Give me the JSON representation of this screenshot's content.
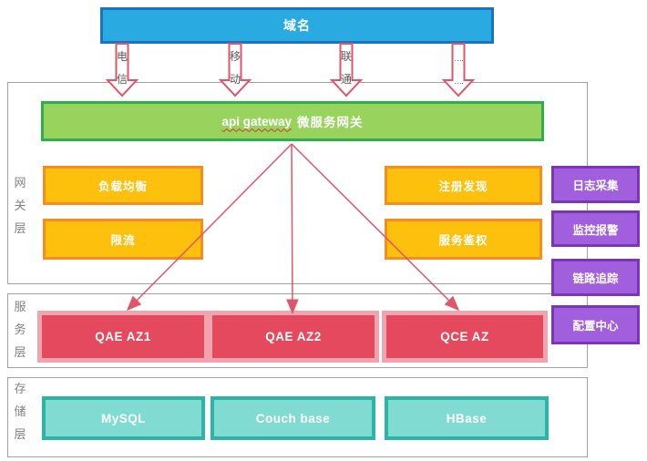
{
  "domain": {
    "label": "域名"
  },
  "isp_labels": [
    {
      "name": "telecom",
      "chars": [
        "电",
        "信"
      ]
    },
    {
      "name": "mobile",
      "chars": [
        "移",
        "动"
      ]
    },
    {
      "name": "unicom",
      "chars": [
        "联",
        "通"
      ]
    },
    {
      "name": "others",
      "chars": [
        "….",
        "…."
      ]
    }
  ],
  "layers": {
    "gateway": {
      "chars": [
        "网",
        "关",
        "层"
      ]
    },
    "service": {
      "chars": [
        "服",
        "务",
        "层"
      ]
    },
    "storage": {
      "chars": [
        "存",
        "储",
        "层"
      ]
    }
  },
  "gateway": {
    "title_en": "api gateway",
    "title_zh": "微服务网关",
    "load_balance": "负载均衡",
    "rate_limit": "限流",
    "registry": "注册发现",
    "auth": "服务鉴权"
  },
  "ops": {
    "log": "日志采集",
    "monitor": "监控报警",
    "trace": "链路追踪",
    "config": "配置中心"
  },
  "services": [
    "QAE AZ1",
    "QAE AZ2",
    "QCE AZ"
  ],
  "storages": [
    "MySQL",
    "Couch base",
    "HBase"
  ],
  "colors": {
    "blue_fill": "#29abe2",
    "blue_border": "#1b75bc",
    "green_fill": "#98d45d",
    "green_border": "#2cb04a",
    "orange_fill": "#fcc00d",
    "orange_border": "#f68d1e",
    "purple_fill": "#a25fdd",
    "purple_border": "#7b35b8",
    "red_fill": "#e4495e",
    "red_border": "#f2a4ae",
    "teal_fill": "#80dcd2",
    "teal_border": "#2eb4a5",
    "arrow_red": "#e0556a",
    "container_border": "#a1a1a1",
    "label_gray": "#808080"
  }
}
